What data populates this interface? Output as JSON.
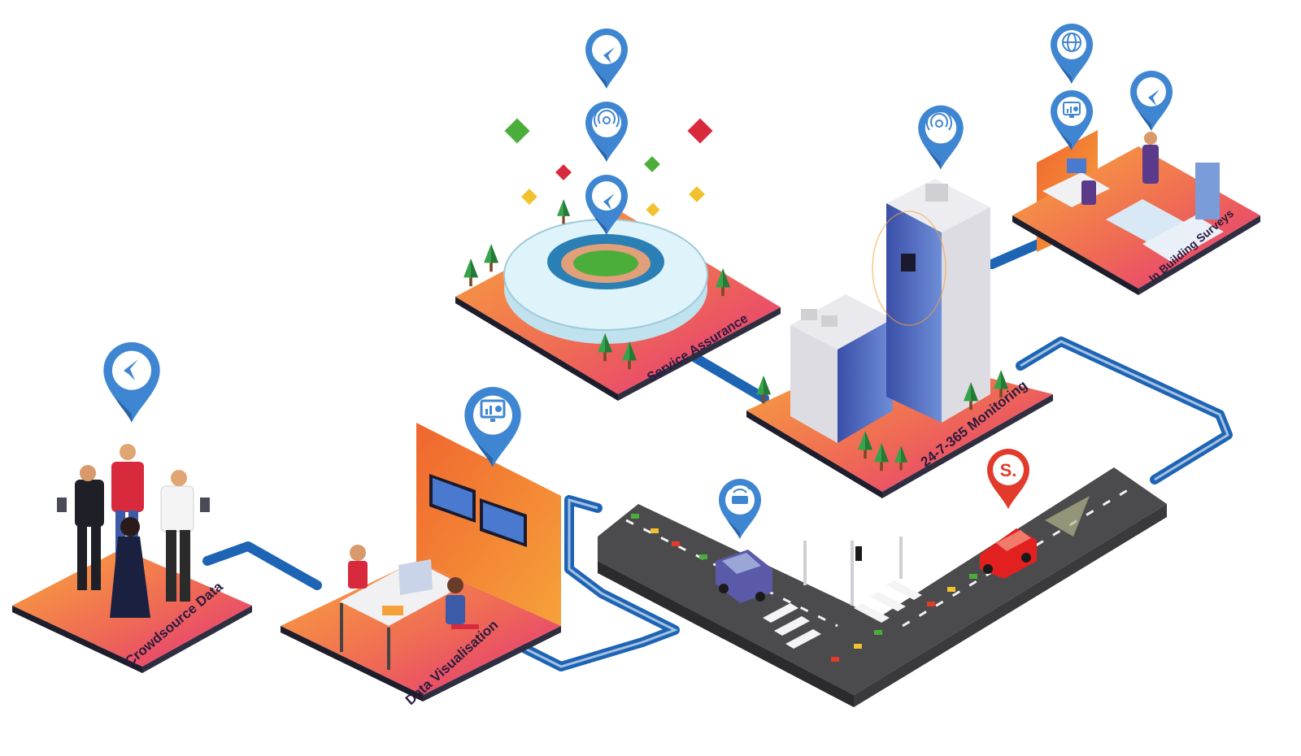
{
  "stations": [
    {
      "id": "crowdsource",
      "label": "Crowdsource Data",
      "pin_icon": "hummingbird-icon"
    },
    {
      "id": "visualisation",
      "label": "Data Visualisation",
      "pin_icon": "dashboard-monitor-icon"
    },
    {
      "id": "service",
      "label": "Service Assurance",
      "pin_icons": [
        "hummingbird-icon",
        "signal-broadcast-icon",
        "hummingbird-icon"
      ]
    },
    {
      "id": "monitoring",
      "label": "24-7-365 Monitoring",
      "pin_icon": "signal-broadcast-icon"
    },
    {
      "id": "inbuilding",
      "label": "In Building Surveys",
      "pin_icons": [
        "globe-icon",
        "dashboard-monitor-icon",
        "hummingbird-icon"
      ]
    }
  ],
  "road": {
    "pins": [
      {
        "icon": "car-signal-icon"
      },
      {
        "icon": "brand-s-icon",
        "text": "S."
      }
    ]
  },
  "colors": {
    "platform_orange": "#f7a038",
    "platform_pink": "#e8337c",
    "pin_blue": "#3f86d2",
    "pin_red": "#e23a2b",
    "connector_blue": "#1e64b4",
    "road_gray": "#4b4b4d"
  }
}
